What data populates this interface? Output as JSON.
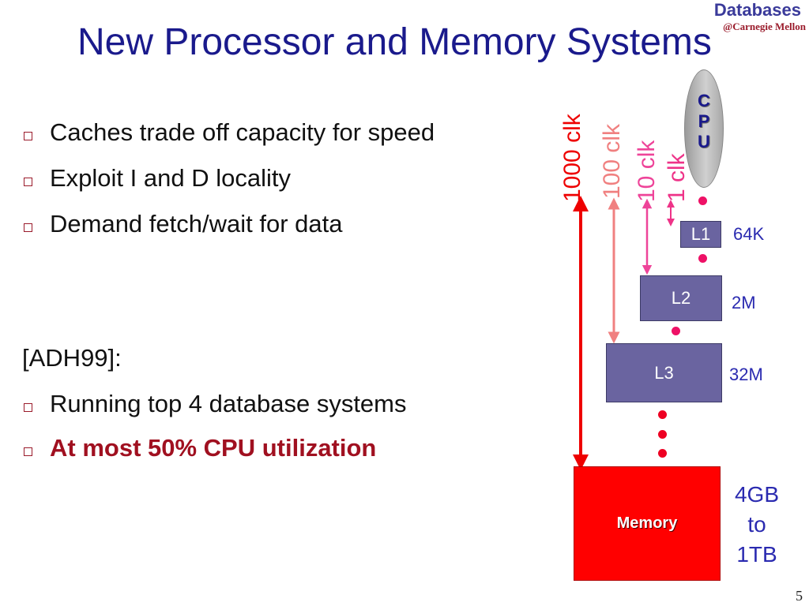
{
  "header": {
    "brand_title": "Databases",
    "brand_subtitle": "@Carnegie Mellon",
    "title": "New Processor and Memory Systems"
  },
  "bullets_top": [
    "Caches trade off capacity for speed",
    "Exploit I and D locality",
    "Demand fetch/wait for data"
  ],
  "reference": "[ADH99]:",
  "bullets_bottom": [
    "Running top 4 database systems",
    "At most 50% CPU utilization"
  ],
  "diagram": {
    "cpu": [
      "C",
      "P",
      "U"
    ],
    "latencies": {
      "l1": "1 clk",
      "l2": "10 clk",
      "l3": "100 clk",
      "memory": "1000 clk"
    },
    "latency_colors": {
      "l1": "#ee3388",
      "l2": "#ee4499",
      "l3": "#f08080",
      "memory": "#ee0000"
    },
    "levels": {
      "l1": {
        "label": "L1",
        "size": "64K"
      },
      "l2": {
        "label": "L2",
        "size": "2M"
      },
      "l3": {
        "label": "L3",
        "size": "32M"
      },
      "memory": {
        "label": "Memory",
        "size_lines": [
          "4GB",
          "to",
          "1TB"
        ]
      }
    }
  },
  "slide_number": "5"
}
